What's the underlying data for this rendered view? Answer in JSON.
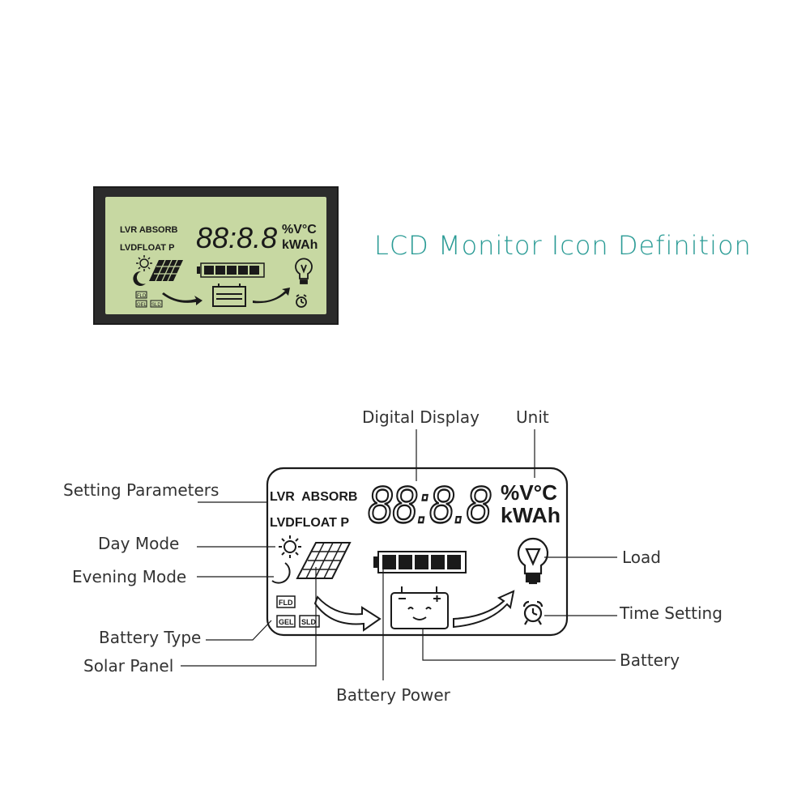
{
  "heading": {
    "text": "LCD Monitor Icon Definition",
    "color": "#2a9b95"
  },
  "lcd": {
    "param_top": "LVR  ABSORB",
    "param_bottom": "LVDFLOAT P",
    "digits": "88:8.8",
    "unit_top": "%V°C",
    "unit_bottom": "kWAh",
    "battery_types": [
      "FLD",
      "GEL",
      "SLD"
    ]
  },
  "photo_lcd": {
    "param_top": "LVR ABSORB",
    "param_bottom": "LVDFLOAT P",
    "digits": "88:8.8",
    "unit_top": "%V°C",
    "unit_bottom": "kWAh",
    "battery_types": [
      "FLD",
      "GEL",
      "SLD"
    ],
    "screen_color": "#c7d8a2"
  },
  "callouts": {
    "digital_display": "Digital Display",
    "unit": "Unit",
    "setting_parameters": "Setting Parameters",
    "day_mode": "Day Mode",
    "evening_mode": "Evening Mode",
    "battery_type": "Battery Type",
    "solar_panel": "Solar Panel",
    "battery_power": "Battery Power",
    "battery": "Battery",
    "time_setting": "Time Setting",
    "load": "Load"
  }
}
